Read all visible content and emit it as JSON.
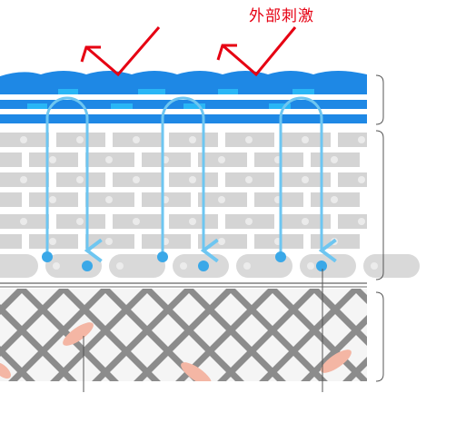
{
  "annotation": {
    "external_stimulus_label": "外部刺激",
    "label_color": "#e60012",
    "arrow_color": "#e60012"
  },
  "layers": [
    {
      "name": "barrier-layer",
      "color": "#1e88e5",
      "accent": "#29b6f6"
    },
    {
      "name": "epidermis-cell-layer",
      "color": "#d4d4d4",
      "dot": "#e8e8e8"
    },
    {
      "name": "basal-cell-row",
      "color": "#d9d9d9"
    },
    {
      "name": "dermis-layer",
      "color": "#8c8c8c",
      "background": "#f5f5f5",
      "cell_color": "#f4b6a4"
    }
  ],
  "flow": {
    "arrow_color": "#6ec6f1",
    "dot_color": "#3aa8e8"
  }
}
